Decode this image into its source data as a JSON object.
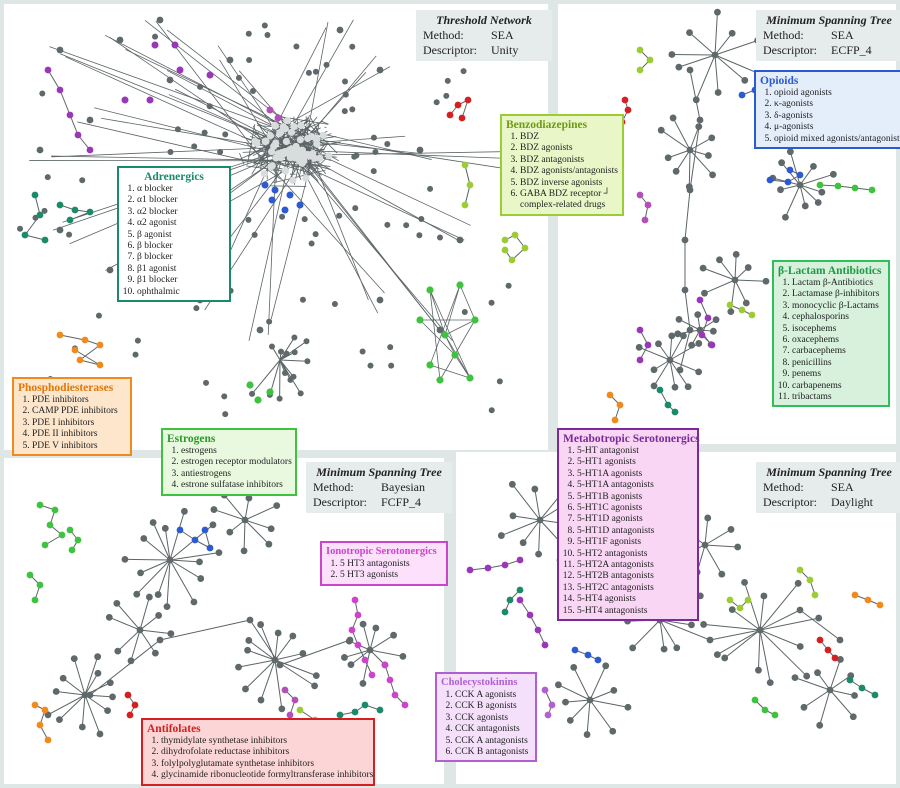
{
  "panels": {
    "threshold": {
      "title": "Threshold Network",
      "method_key": "Method:",
      "method": "SEA",
      "desc_key": "Descriptor:",
      "desc": "Unity"
    },
    "mst_sea_ecfp": {
      "title": "Minimum Spanning Tree",
      "method_key": "Method:",
      "method": "SEA",
      "desc_key": "Descriptor:",
      "desc": "ECFP_4"
    },
    "mst_bayes": {
      "title": "Minimum Spanning Tree",
      "method_key": "Method:",
      "method": "Bayesian",
      "desc_key": "Descriptor:",
      "desc": "FCFP_4"
    },
    "mst_sea_daylight": {
      "title": "Minimum Spanning Tree",
      "method_key": "Method:",
      "method": "SEA",
      "desc_key": "Descriptor:",
      "desc": "Daylight"
    }
  },
  "legends": {
    "adrenergics": {
      "title": "Adrenergics",
      "color": "#1b8a6b",
      "items": [
        "α blocker",
        "α1 blocker",
        "α2 blocker",
        "α2 agonist",
        "β agonist",
        "β blocker",
        "β blocker",
        "β1 agonist",
        "β1 blocker",
        "ophthalmic"
      ]
    },
    "phosphodiesterases": {
      "title": "Phosphodiesterases",
      "color": "#f08a1c",
      "items": [
        "PDE inhibitors",
        "CAMP PDE inhibitors",
        "PDE I inhibitors",
        "PDE II inhibitors",
        "PDE V inhibitors"
      ]
    },
    "estrogens": {
      "title": "Estrogens",
      "color": "#3fc23f",
      "items": [
        "estrogens",
        "estrogen receptor modulators",
        "antiestrogens",
        "estrone sulfatase inhibitors"
      ]
    },
    "benzodiazepines": {
      "title": "Benzodiazepines",
      "color": "#9ccc34",
      "items": [
        "BDZ",
        "BDZ agonists",
        "BDZ antagonists",
        "BDZ agonists/antagonists",
        "BDZ inverse agonists",
        "GABA BDZ receptor ┘ complex-related drugs"
      ]
    },
    "opioids": {
      "title": "Opioids",
      "color": "#2c5ad0",
      "items": [
        "opioid agonists",
        "κ-agonists",
        "δ-agonists",
        "μ-agonists",
        "opioid mixed agonists/antagonists"
      ]
    },
    "betalactam": {
      "title": "β-Lactam Antibiotics",
      "color": "#2fbf5a",
      "items": [
        "Lactam β-Antibiotics",
        "Lactamase β-inhibitors",
        "monocyclic β-Lactams",
        "cephalosporins",
        "isocephems",
        "oxacephems",
        "carbacephems",
        "penicillins",
        "penems",
        "carbapenems",
        "tribactams"
      ]
    },
    "metabotropic": {
      "title": "Metabotropic Serotonergics",
      "color": "#7a2a9a",
      "items": [
        "5-HT antagonist",
        "5-HT1 agonists",
        "5-HT1A agonists",
        "5-HT1A antagonists",
        "5-HT1B agonists",
        "5-HT1C agonists",
        "5-HT1D agonists",
        "5-HT1D antagonists",
        "5-HT1F agonists",
        "5-HT2 antagonists",
        "5-HT2A antagonists",
        "5-HT2B antagonists",
        "5-HT2C antagonists",
        "5-HT4 agonists",
        "5-HT4 antagonists"
      ]
    },
    "ionotropic": {
      "title": "Ionotropic Serotonergics",
      "color": "#cc44cc",
      "items": [
        "5 HT3 antagonists",
        "5 HT3 agonists"
      ]
    },
    "antifolates": {
      "title": "Antifolates",
      "color": "#d42020",
      "items": [
        "thymidylate synthetase inhibitors",
        "dihydrofolate reductase inhibitors",
        "folylpolyglutamate synthetase inhibitors",
        "glycinamide ribonucleotide formyltransferase inhibitors"
      ]
    },
    "cholecystokinins": {
      "title": "Cholecystokinins",
      "color": "#b060d0",
      "items": [
        "CCK A agonists",
        "CCK B agonists",
        "CCK agonists",
        "CCK antagonists",
        "CCK A antagonists",
        "CCK B antagonists"
      ]
    }
  }
}
